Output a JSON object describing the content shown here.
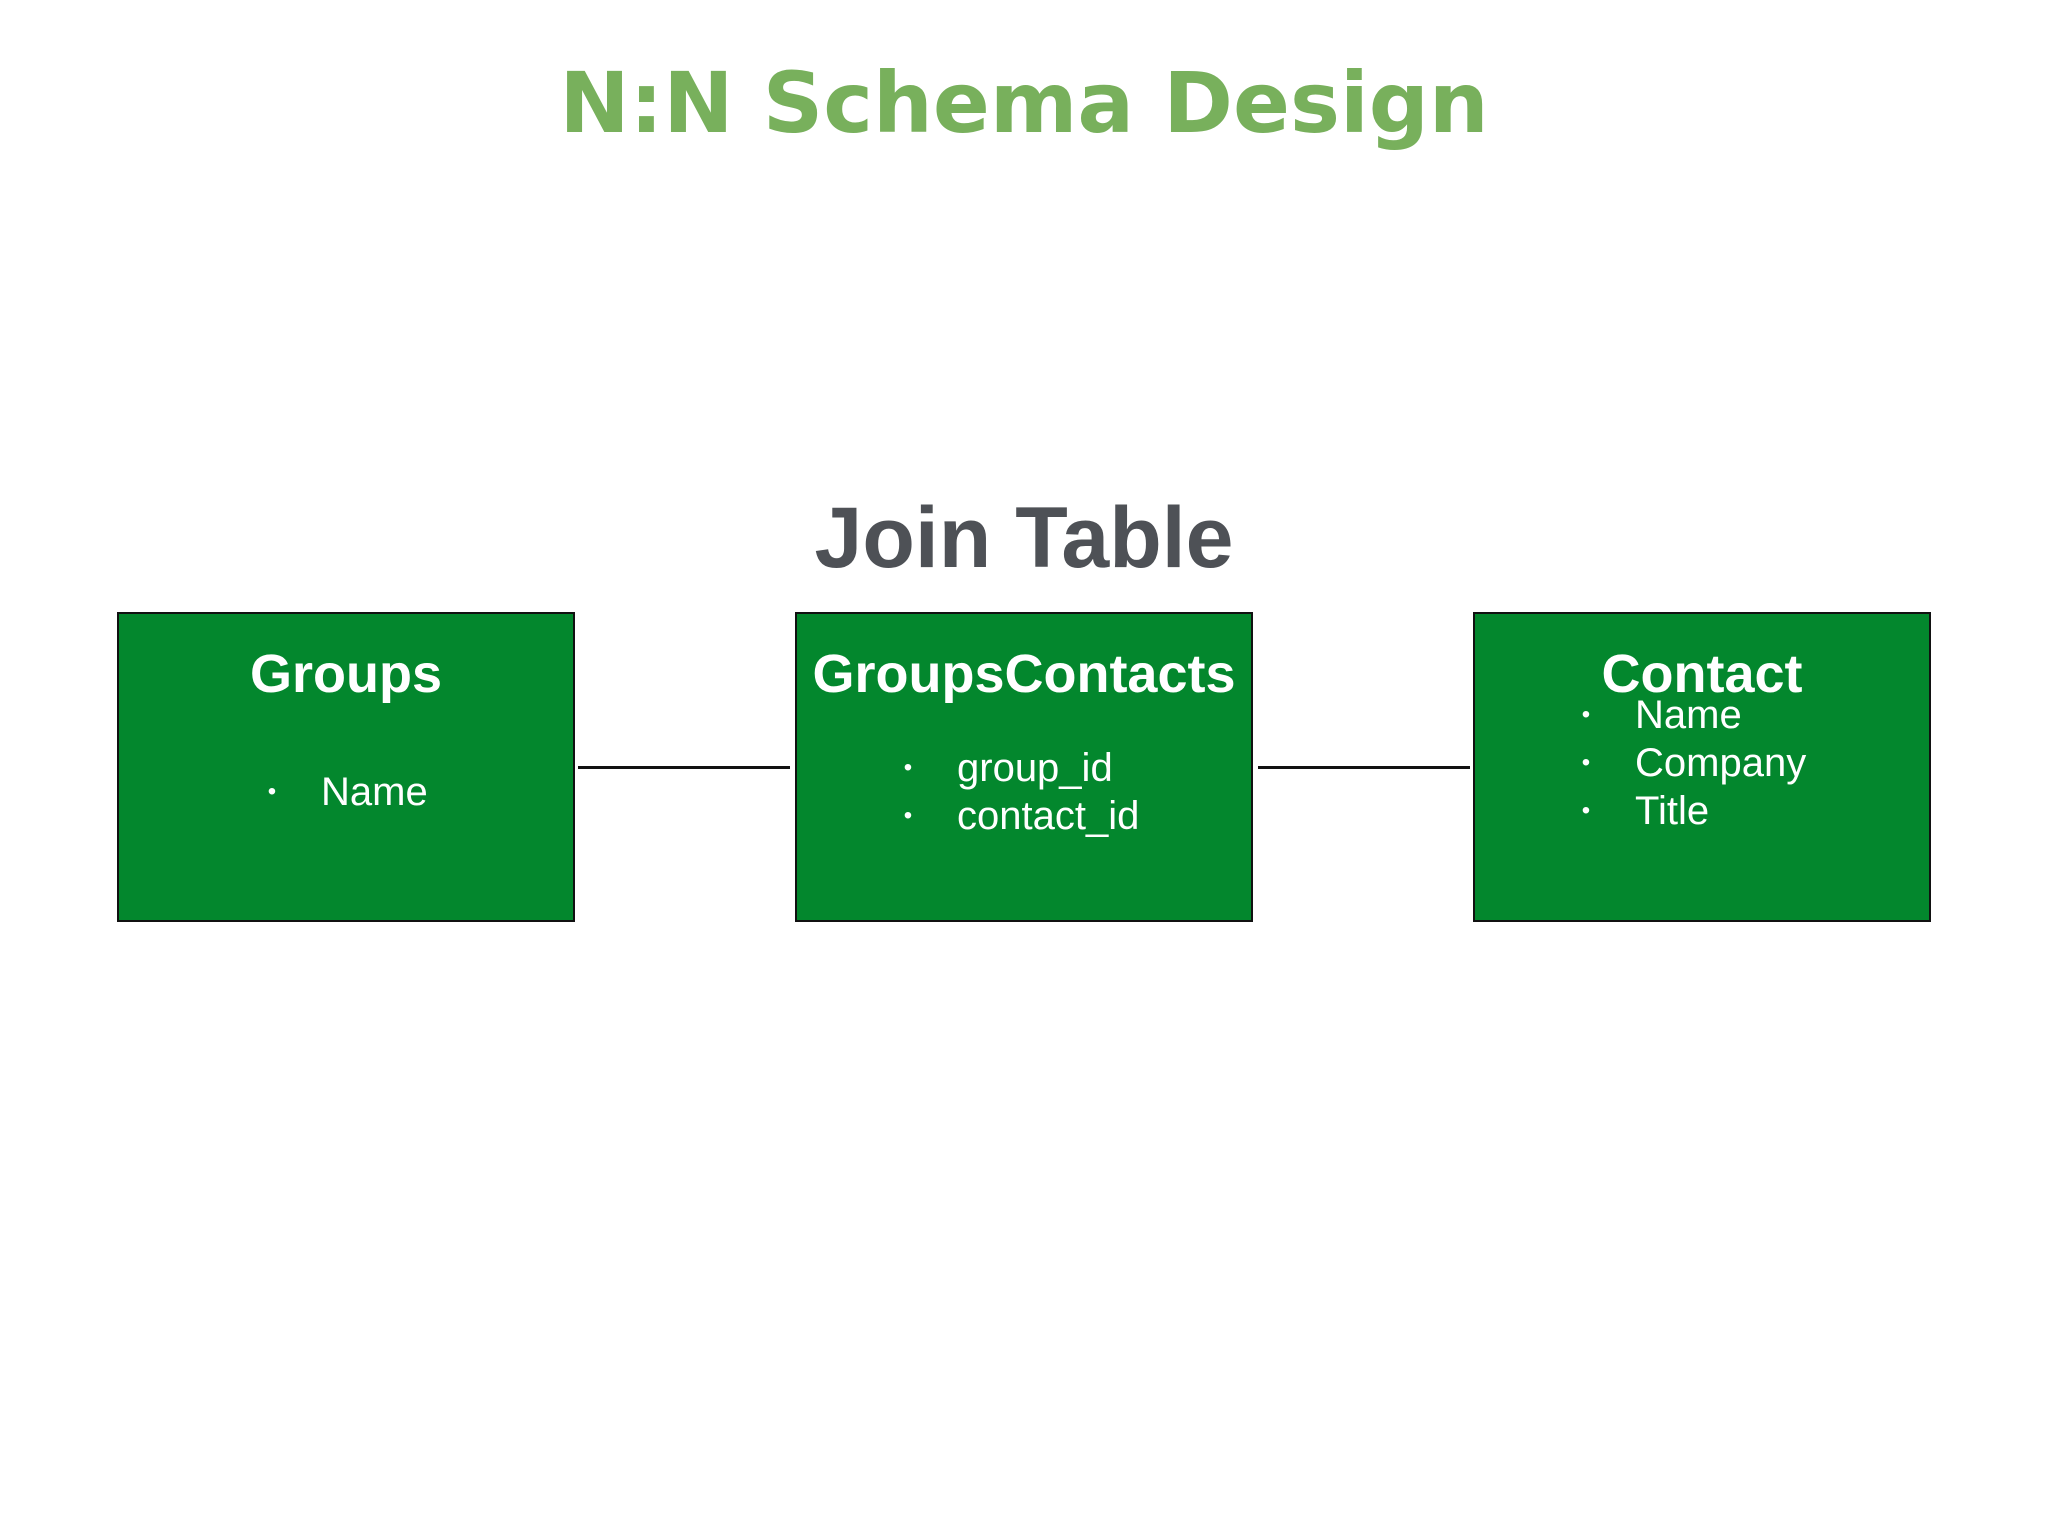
{
  "slide": {
    "title": "N:N Schema Design",
    "join_label": "Join Table"
  },
  "entities": [
    {
      "name": "Groups",
      "fields": [
        "Name"
      ]
    },
    {
      "name": "GroupsContacts",
      "fields": [
        "group_id",
        "contact_id"
      ]
    },
    {
      "name": "Contact",
      "fields": [
        "Name",
        "Company",
        "Title"
      ]
    }
  ],
  "colors": {
    "title": "#78b05c",
    "join_label": "#4e5156",
    "entity_fill": "#03872d",
    "entity_text": "#ffffff",
    "line": "#111111",
    "background": "#ffffff"
  }
}
